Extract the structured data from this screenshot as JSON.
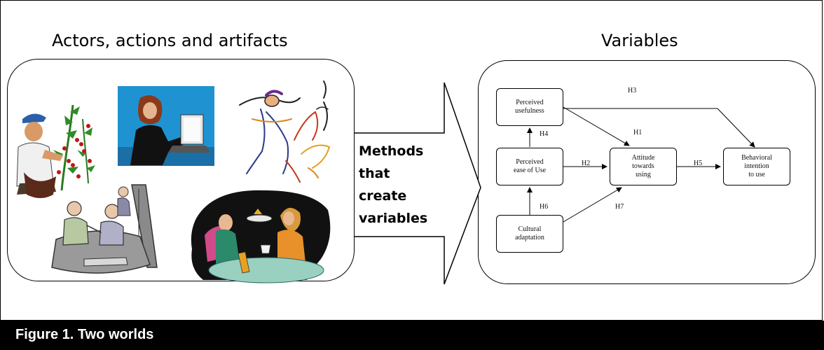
{
  "left_panel": {
    "heading": "Actors, actions and artifacts"
  },
  "right_panel": {
    "heading": "Variables"
  },
  "arrow": {
    "label_lines": [
      "Methods",
      "that",
      "create",
      "variables"
    ]
  },
  "model": {
    "nodes": {
      "pu": {
        "lines": [
          "Perceived",
          "usefulness"
        ]
      },
      "peou": {
        "lines": [
          "Perceived",
          "ease of Use"
        ]
      },
      "ca": {
        "lines": [
          "Cultural",
          "adaptation"
        ]
      },
      "att": {
        "lines": [
          "Attitude",
          "towards",
          "using"
        ]
      },
      "bi": {
        "lines": [
          "Behavioral",
          "intention",
          "to use"
        ]
      }
    },
    "hypotheses": [
      "H1",
      "H2",
      "H3",
      "H4",
      "H5",
      "H6",
      "H7"
    ]
  },
  "illustrations": [
    {
      "name": "farmer-picking-berries-clipart"
    },
    {
      "name": "woman-at-laptop-clipart"
    },
    {
      "name": "baseball-pitcher-clipart"
    },
    {
      "name": "office-workers-clipart"
    },
    {
      "name": "diners-at-table-clipart"
    }
  ],
  "caption": {
    "text": "Figure 1. Two worlds"
  },
  "colors": {
    "caption_bg": "#000000",
    "caption_text": "#ffffff",
    "outline": "#000000"
  }
}
